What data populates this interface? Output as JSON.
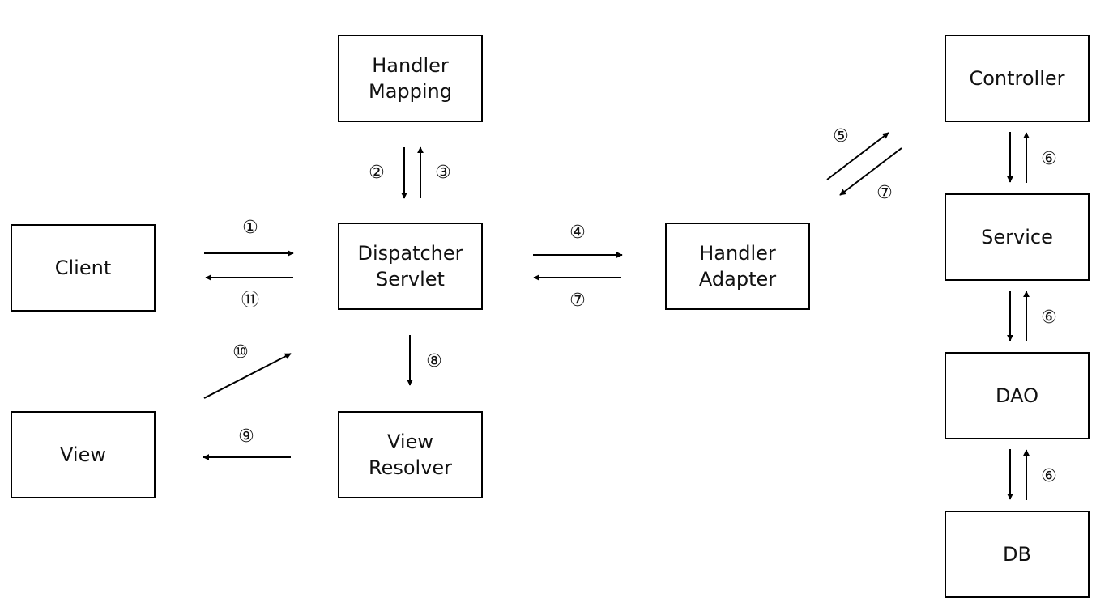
{
  "nodes": {
    "client": [
      "Client"
    ],
    "view": [
      "View"
    ],
    "handler_mapping": [
      "Handler",
      "Mapping"
    ],
    "dispatcher_servlet": [
      "Dispatcher",
      "Servlet"
    ],
    "view_resolver": [
      "View",
      "Resolver"
    ],
    "handler_adapter": [
      "Handler",
      "Adapter"
    ],
    "controller": [
      "Controller"
    ],
    "service": [
      "Service"
    ],
    "dao": [
      "DAO"
    ],
    "db": [
      "DB"
    ]
  },
  "steps": {
    "s1": "①",
    "s2": "②",
    "s3": "③",
    "s4": "④",
    "s5": "⑤",
    "s6a": "⑥",
    "s6b": "⑥",
    "s6c": "⑥",
    "s7a": "⑦",
    "s7b": "⑦",
    "s8": "⑧",
    "s9": "⑨",
    "s10": "⑩",
    "s11": "⑪"
  },
  "colors": {
    "stroke": "#000000",
    "background": "#ffffff"
  }
}
